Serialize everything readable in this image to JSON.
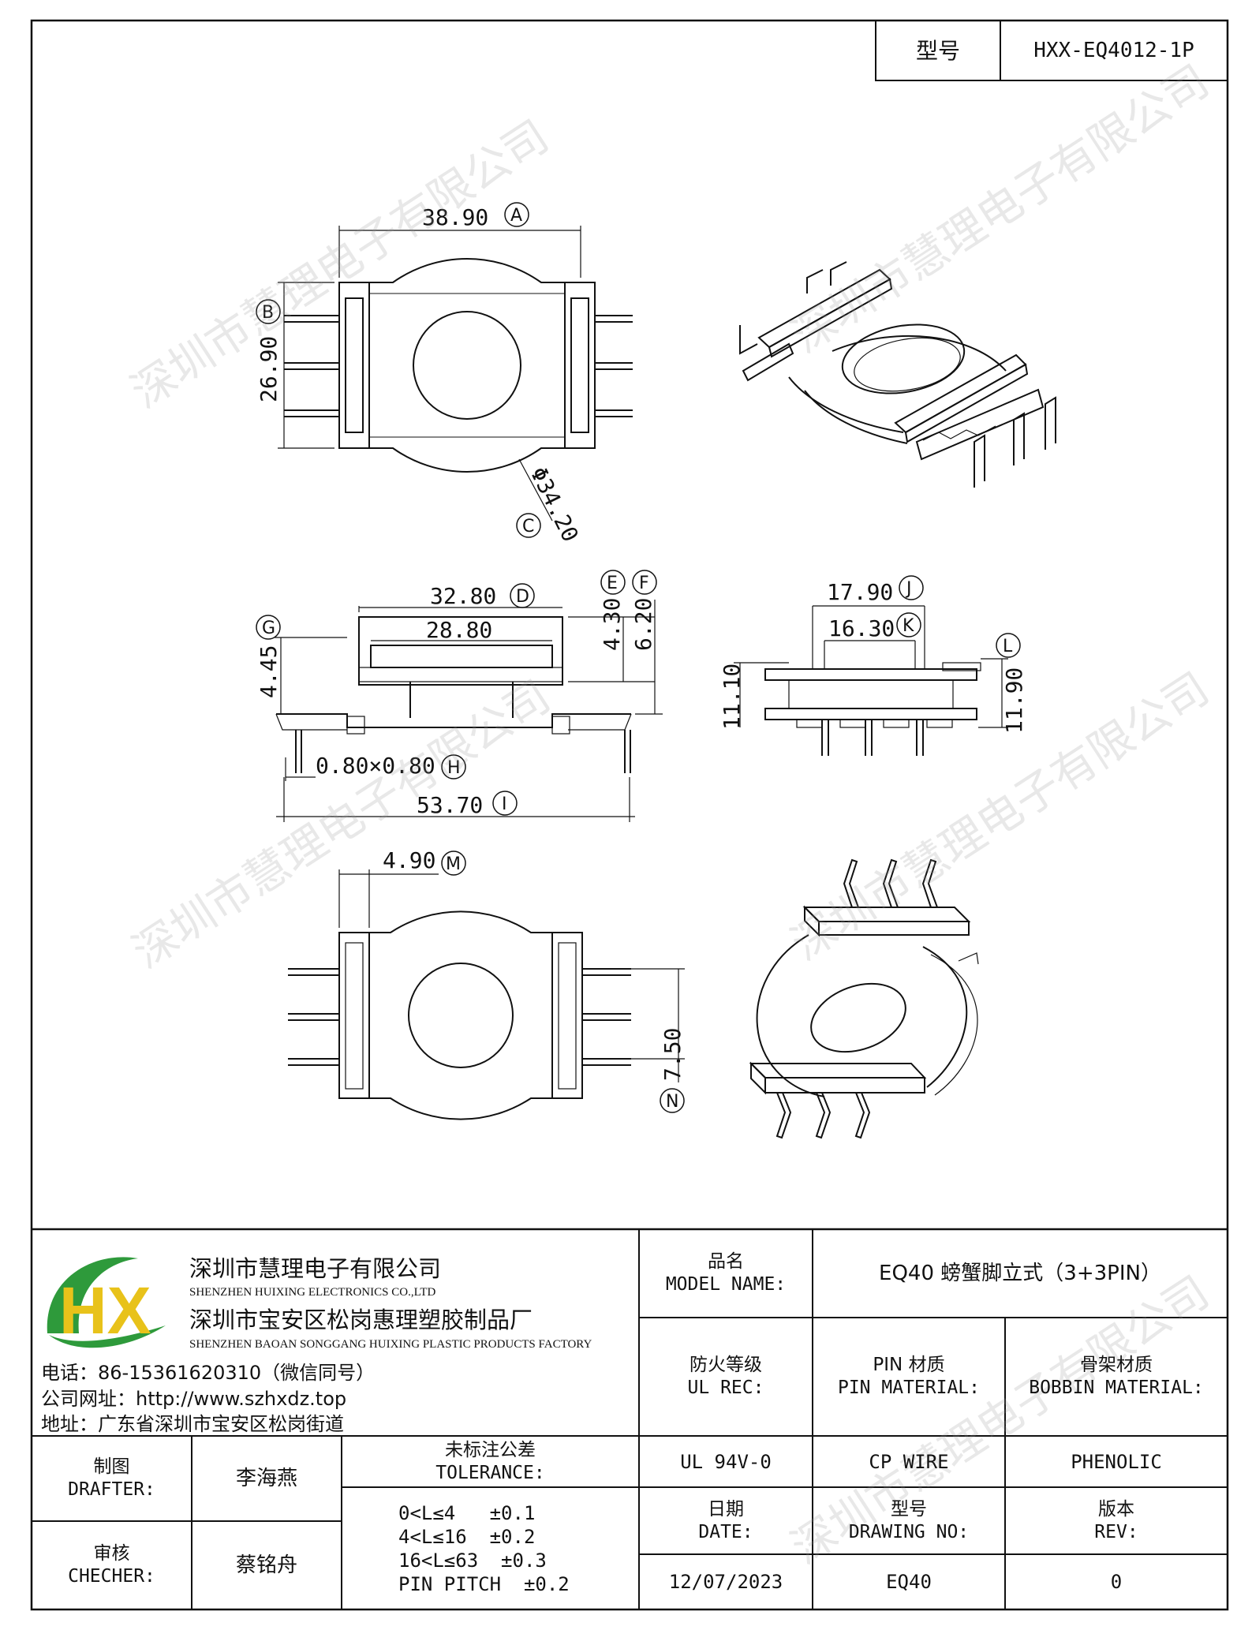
{
  "model_label": "型号",
  "model_value": "HXX-EQ4012-1P",
  "watermark": "深圳市慧理电子有限公司",
  "dims": {
    "A": "38.90",
    "B": "26.90",
    "C": "Φ34.20",
    "D": "32.80",
    "d_inner": "28.80",
    "E": "4.30",
    "F": "6.20",
    "G": "4.45",
    "H": "0.80×0.80",
    "I": "53.70",
    "J": "17.90",
    "K": "16.30",
    "L": "11.90",
    "side_h": "11.10",
    "M": "4.90",
    "N": "7.50"
  },
  "markers": [
    "A",
    "B",
    "C",
    "D",
    "E",
    "F",
    "G",
    "H",
    "I",
    "J",
    "K",
    "L",
    "M",
    "N"
  ],
  "logo": {
    "text": "HX",
    "green": "#2e9a3b",
    "yellow": "#e8c21a"
  },
  "company": {
    "name1": "深圳市慧理电子有限公司",
    "en1": "SHENZHEN HUIXING ELECTRONICS CO.,LTD",
    "name2": "深圳市宝安区松岗惠理塑胶制品厂",
    "en2": "SHENZHEN BAOAN SONGGANG HUIXING PLASTIC PRODUCTS FACTORY",
    "phone": "电话：86-15361620310（微信同号）",
    "web": "公司网址：http://www.szhxdz.top",
    "addr": "地址：广东省深圳市宝安区松岗街道"
  },
  "table": {
    "model_name_cn": "品名",
    "model_name_en": "MODEL NAME:",
    "model_name_value": "EQ40 螃蟹脚立式（3+3PIN）",
    "ul_cn": "防火等级",
    "ul_en": "UL REC:",
    "pin_cn": "PIN 材质",
    "pin_en": "PIN MATERIAL:",
    "bobbin_cn": "骨架材质",
    "bobbin_en": "BOBBIN MATERIAL:",
    "ul_value": "UL 94V-0",
    "pin_value": "CP WIRE",
    "bobbin_value": "PHENOLIC",
    "drafter_cn": "制图",
    "drafter_en": "DRAFTER:",
    "drafter_value": "李海燕",
    "checker_cn": "审核",
    "checker_en": "CHECHER:",
    "checker_value": "蔡铭舟",
    "tol_cn": "未标注公差",
    "tol_en": "TOLERANCE:",
    "tol_lines": [
      "0<L≤4   ±0.1",
      "4<L≤16  ±0.2",
      "16<L≤63  ±0.3",
      "PIN PITCH  ±0.2"
    ],
    "date_cn": "日期",
    "date_en": "DATE:",
    "date_value": "12/07/2023",
    "drawing_cn": "型号",
    "drawing_en": "DRAWING NO:",
    "drawing_value": "EQ40",
    "rev_cn": "版本",
    "rev_en": "REV:",
    "rev_value": "0"
  }
}
